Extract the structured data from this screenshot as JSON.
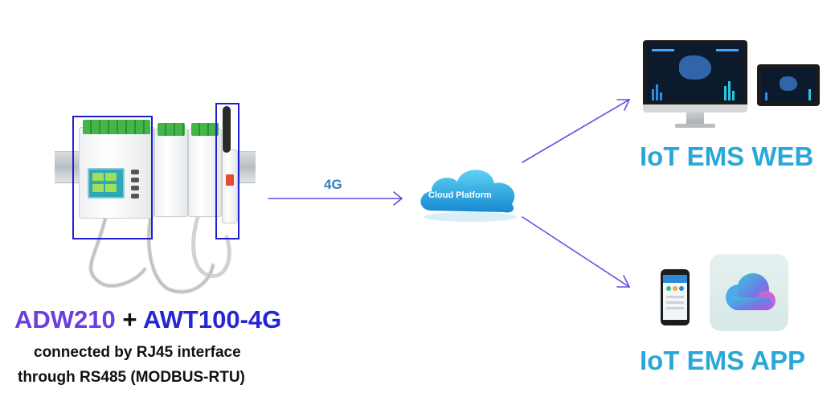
{
  "left": {
    "product_a": "ADW210",
    "plus": "+",
    "product_b": "AWT100-4G",
    "line1": "connected by RJ45 interface",
    "line2": "through RS485 (MODBUS-RTU)"
  },
  "link": {
    "label": "4G"
  },
  "cloud": {
    "label": "Cloud Platform"
  },
  "targets": {
    "web": "IoT EMS WEB",
    "app": "IoT EMS APP"
  },
  "colors": {
    "product_a": "#6a3fe0",
    "product_b": "#2525d6",
    "highlight_box": "#1f1fd1",
    "arrow": "#6a4be0",
    "ems_text": "#29a8d8"
  }
}
